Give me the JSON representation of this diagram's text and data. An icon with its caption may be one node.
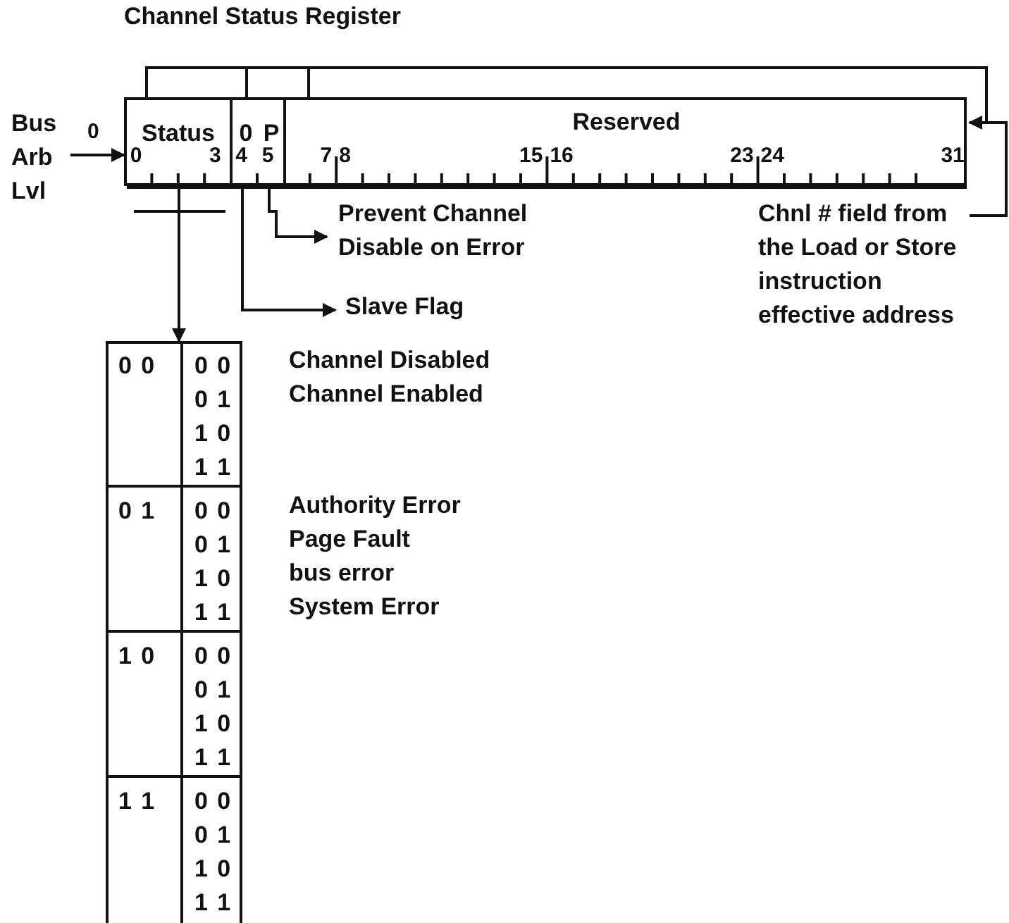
{
  "diagram": {
    "title": "Channel Status Register",
    "nodes": [
      {
        "text": [
          "Bus Arb Lvl"
        ]
      },
      {
        "text": [],
        "shape": "box"
      },
      {
        "text": [
          "Status"
        ],
        "in": 1
      },
      {
        "text": [
          "0"
        ],
        "in": 1
      },
      {
        "text": [
          "P"
        ],
        "in": 1
      },
      {
        "text": [
          "Reserved"
        ],
        "in": 1
      },
      {
        "text": [
          "Prevent Channel Disable on Error"
        ]
      },
      {
        "text": [
          "Slave Flag"
        ]
      },
      {
        "text": [
          "Chnl # field from the Load or Store instruction effective address"
        ]
      },
      {
        "text": [],
        "shape": "box"
      }
    ],
    "edges": [
      {
        "from": 0,
        "to": 1,
        "arrow": "to"
      },
      {
        "from": 8,
        "to": 1,
        "arrow": "to"
      },
      {
        "from": 8,
        "to": 2,
        "arrow": "none"
      },
      {
        "from": 8,
        "to": 3,
        "arrow": "none"
      },
      {
        "from": 8,
        "to": 5,
        "arrow": "none"
      },
      {
        "from": 4,
        "to": 6,
        "arrow": "to"
      },
      {
        "from": 3,
        "to": 7,
        "arrow": "to"
      },
      {
        "from": 2,
        "to": 9,
        "arrow": "to"
      }
    ],
    "labels": [
      "0",
      "0",
      "3",
      "4",
      "5",
      "7",
      "8",
      "15",
      "16",
      "23",
      "24",
      "31",
      "0 0",
      "0 0",
      "Channel Disabled",
      "0 1",
      "Channel Enabled",
      "1 0",
      "1 1",
      "0 1",
      "0 0",
      "Authority Error",
      "0 1",
      "Page Fault",
      "1 0",
      "bus error",
      "1 1",
      "System Error",
      "1 0",
      "0 0",
      "0 1",
      "1 0",
      "1 1",
      "1 1",
      "0 0",
      "0 1",
      "1 0",
      "1 1"
    ]
  }
}
